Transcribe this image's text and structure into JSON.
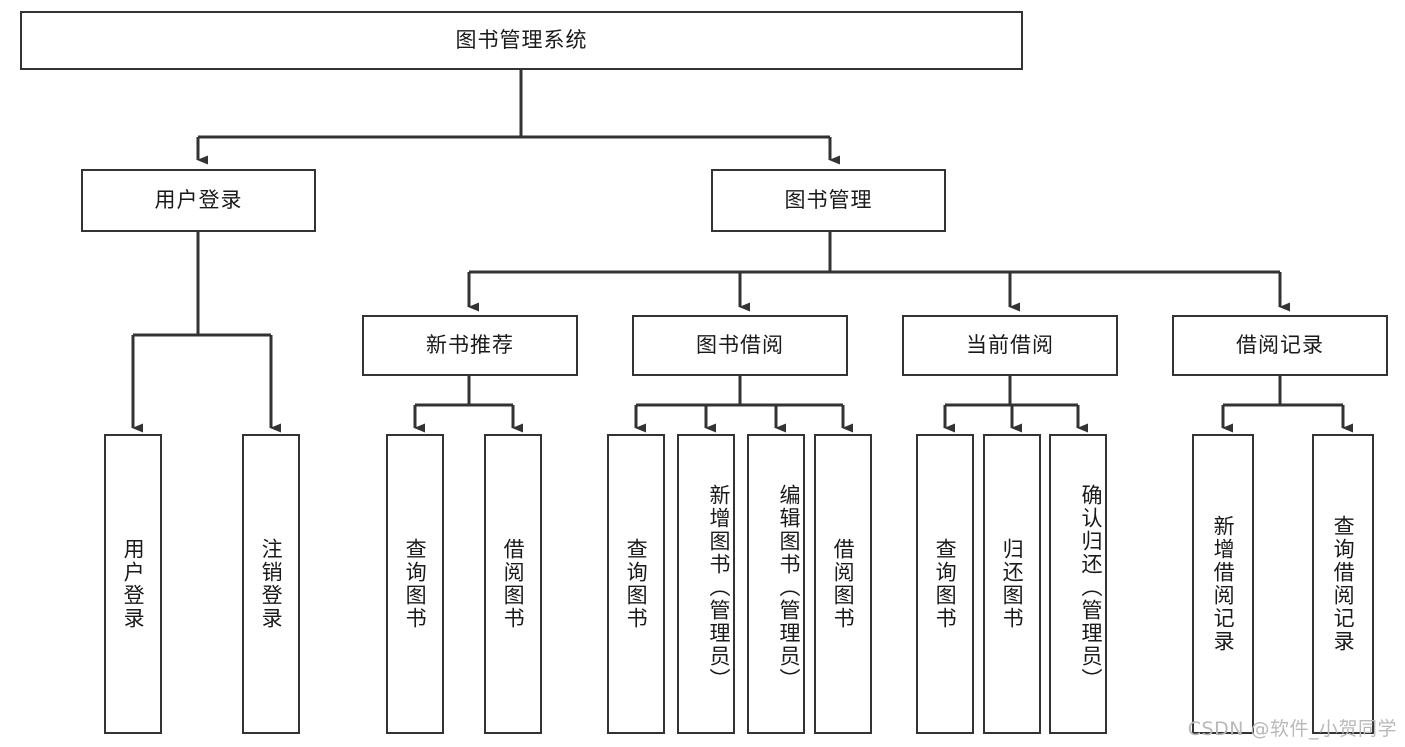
{
  "diagram": {
    "type": "tree",
    "title": "图书管理系统",
    "watermark": "CSDN @软件_小贺同学",
    "root": {
      "label": "图书管理系统"
    },
    "level1": [
      {
        "label": "用户登录"
      },
      {
        "label": "图书管理"
      }
    ],
    "level2": [
      {
        "label": "新书推荐"
      },
      {
        "label": "图书借阅"
      },
      {
        "label": "当前借阅"
      },
      {
        "label": "借阅记录"
      }
    ],
    "leaves": {
      "user_login": [
        {
          "label": "用户登录"
        },
        {
          "label": "注销登录"
        }
      ],
      "new_book_recommend": [
        {
          "label": "查询图书"
        },
        {
          "label": "借阅图书"
        }
      ],
      "book_borrow": [
        {
          "label": "查询图书"
        },
        {
          "label": "新增图书（管理员）"
        },
        {
          "label": "编辑图书（管理员）"
        },
        {
          "label": "借阅图书"
        }
      ],
      "current_borrow": [
        {
          "label": "查询图书"
        },
        {
          "label": "归还图书"
        },
        {
          "label": "确认归还（管理员）"
        }
      ],
      "borrow_record": [
        {
          "label": "新增借阅记录"
        },
        {
          "label": "查询借阅记录"
        }
      ]
    },
    "colors": {
      "stroke": "#333333",
      "fill": "#ffffff",
      "text": "#1a1a1a",
      "watermark": "#b9b9b9"
    }
  }
}
